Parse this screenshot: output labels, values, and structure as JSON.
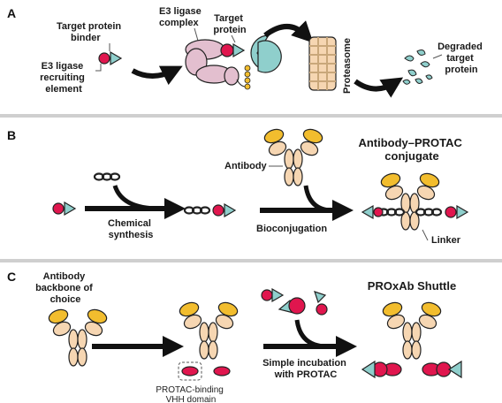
{
  "panel_a": {
    "letter": "A",
    "binder_label": [
      "Target protein",
      "binder"
    ],
    "e3_recruit_label": [
      "E3 ligase",
      "recruiting",
      "element"
    ],
    "e3_complex_label": [
      "E3 ligase",
      "complex"
    ],
    "target_label": [
      "Target",
      "protein"
    ],
    "proteasome_label": "Proteasome",
    "degraded_label": [
      "Degraded",
      "target",
      "protein"
    ]
  },
  "panel_b": {
    "letter": "B",
    "chem_label": [
      "Chemical",
      "synthesis"
    ],
    "antibody_label": "Antibody",
    "title": [
      "Antibody–PROTAC",
      "conjugate"
    ],
    "bioconj_label": "Bioconjugation",
    "linker_label": "Linker"
  },
  "panel_c": {
    "letter": "C",
    "backbone_label": [
      "Antibody",
      "backbone of",
      "choice"
    ],
    "vhh_label": [
      "PROTAC-binding",
      "VHH domain"
    ],
    "incubation_label": [
      "Simple incubation",
      "with PROTAC"
    ],
    "title": "PROxAb Shuttle"
  },
  "colors": {
    "red": "#e0164e",
    "teal": "#8fcfcc",
    "yellow": "#f2bd2e",
    "tan": "#f6d6b2",
    "pink": "#e3bfcf",
    "divider": "#cfcfcf"
  }
}
